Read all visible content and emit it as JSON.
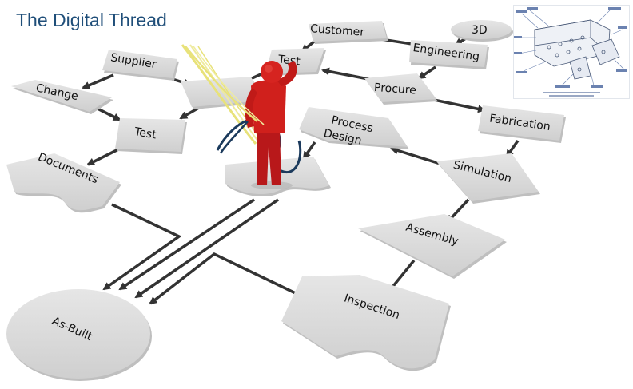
{
  "title": "The Digital Thread",
  "nodes": {
    "customer": "Customer",
    "three_d": "3D",
    "engineering": "Engineering",
    "test_top": "Test",
    "supplier": "Supplier",
    "procure": "Procure",
    "change": "Change",
    "process_design": "Process Design",
    "fabrication": "Fabrication",
    "test_left": "Test",
    "documents": "Documents",
    "simulation": "Simulation",
    "assembly": "Assembly",
    "inspection": "Inspection",
    "as_built": "As-Built"
  },
  "colors": {
    "title": "#1f4e79",
    "shape_fill": "#d9d9d9",
    "shape_shadow": "#bfbfbf",
    "arrow": "#333333",
    "figure": "#d0201c",
    "thread_yellow": "#e8e27a",
    "thread_blue": "#1b3a5c"
  },
  "icons": {
    "person": "thinking-red-figure-icon",
    "inset": "mechanical-drawing-icon"
  }
}
